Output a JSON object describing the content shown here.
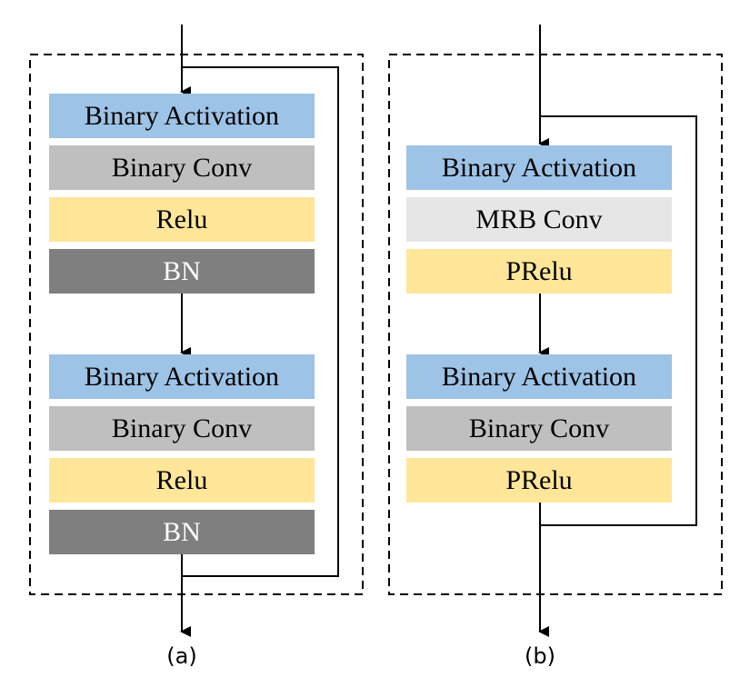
{
  "colors": {
    "binary_activation": "#9dc3e6",
    "binary_conv": "#bfbfbf",
    "relu": "#ffe699",
    "bn": "#7f7f7f",
    "mrb_conv": "#e7e6e6",
    "prelu": "#ffe699",
    "bn_text": "#ffffff",
    "text": "#000000",
    "line": "#000000"
  },
  "panel_a": {
    "caption": "(a)",
    "block1": [
      "Binary Activation",
      "Binary Conv",
      "Relu",
      "BN"
    ],
    "block2": [
      "Binary Activation",
      "Binary Conv",
      "Relu",
      "BN"
    ]
  },
  "panel_b": {
    "caption": "(b)",
    "block1": [
      "Binary Activation",
      "MRB Conv",
      "PRelu"
    ],
    "block2": [
      "Binary Activation",
      "Binary Conv",
      "PRelu"
    ]
  }
}
